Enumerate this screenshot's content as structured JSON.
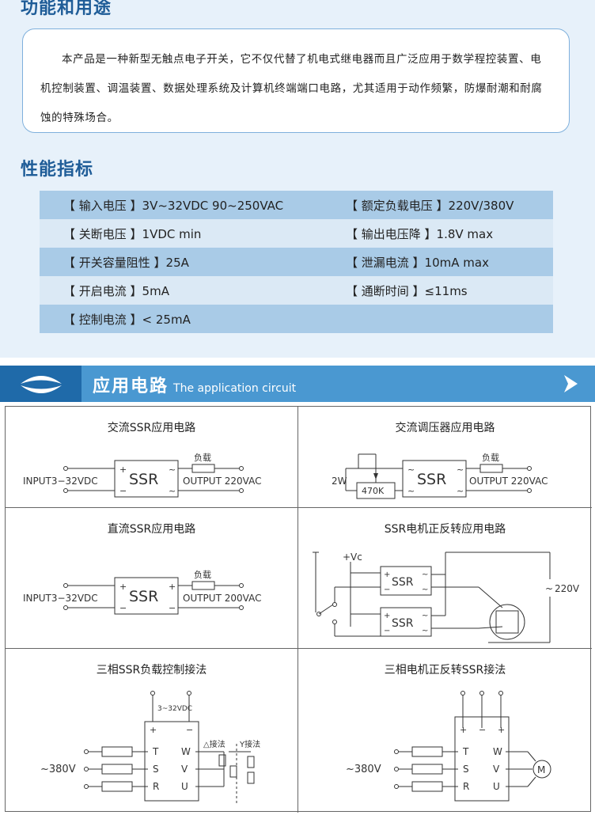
{
  "sections": {
    "function_title": "功能和用途",
    "spec_title": "性能指标"
  },
  "description": "本产品是一种新型无触点电子开关，它不仅代替了机电式继电器而且广泛应用于数学程控装置、电机控制装置、调温装置、数据处理系统及计算机终端端口电路，尤其适用于动作频繁，防爆耐潮和耐腐蚀的特殊场合。",
  "specs": [
    {
      "left": "【 输入电压 】3V~32VDC  90~250VAC",
      "right": "【 额定负载电压 】220V/380V"
    },
    {
      "left": "【 关断电压 】1VDC min",
      "right": "【 输出电压降 】1.8V max"
    },
    {
      "left": "【 开关容量阻性 】25A",
      "right": "【 泄漏电流 】10mA max"
    },
    {
      "left": "【 开启电流 】5mA",
      "right": "【 通断时间 】≤11ms"
    },
    {
      "left": "【 控制电流 】< 25mA",
      "right": ""
    }
  ],
  "banner": {
    "title_cn": "应用电路",
    "title_en": "The application circuit"
  },
  "circuits": {
    "ac_ssr": {
      "title": "交流SSR应用电路",
      "input": "INPUT3−32VDC",
      "output": "OUTPUT 220VAC",
      "load": "负载",
      "ssr": "SSR"
    },
    "ac_regulator": {
      "title": "交流调压器应用电路",
      "power": "2W",
      "resistor": "470K",
      "output": "OUTPUT 220VAC",
      "load": "负载",
      "ssr": "SSR"
    },
    "dc_ssr": {
      "title": "直流SSR应用电路",
      "input": "INPUT3−32VDC",
      "output": "OUTPUT 200VAC",
      "load": "负载",
      "ssr": "SSR"
    },
    "motor_reverse": {
      "title": "SSR电机正反转应用电路",
      "vc": "+Vc",
      "voltage": "220V",
      "ssr": "SSR"
    },
    "three_phase_load": {
      "title": "三相SSR负载控制接法",
      "control": "3~32VDC",
      "voltage": "~380V",
      "delta": "△接法",
      "wye": "Y接法",
      "t": "T",
      "s": "S",
      "r": "R",
      "w": "W",
      "v": "V",
      "u": "U"
    },
    "three_phase_motor": {
      "title": "三相电机正反转SSR接法",
      "voltage": "~380V",
      "motor": "M",
      "t": "T",
      "s": "S",
      "r": "R",
      "w": "W",
      "v": "V",
      "u": "U"
    }
  }
}
